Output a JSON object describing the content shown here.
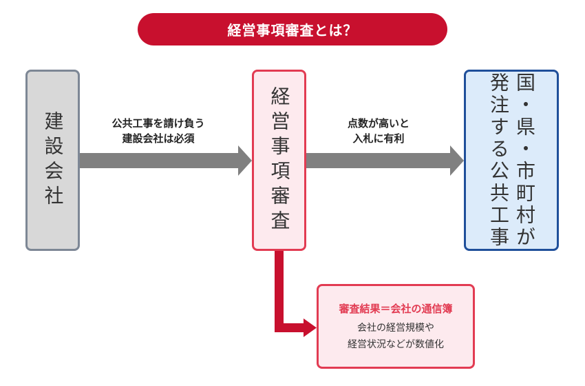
{
  "title": "経営事項審査とは？",
  "boxes": {
    "company": "建設会社",
    "keishin": "経営事項審査",
    "public_line1": "国・県・市町村が",
    "public_line2": "発注する公共工事"
  },
  "arrows": {
    "left_line1": "公共工事を請け負う",
    "left_line2": "建設会社は必須",
    "right_line1": "点数が高いと",
    "right_line2": "入札に有利"
  },
  "result": {
    "title": "審査結果＝会社の通信簿",
    "line1": "会社の経営規模や",
    "line2": "経営状況などが数値化"
  },
  "colors": {
    "accent_red": "#c8102e",
    "box_red_border": "#e23b52",
    "arrow_gray": "#808080",
    "box_blue_border": "#1f4f9a"
  }
}
